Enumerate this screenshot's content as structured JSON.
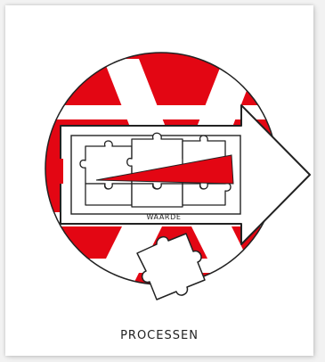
{
  "diagram": {
    "caption": "PROCESSEN",
    "arrow_label": "WAARDE",
    "colors": {
      "accent": "#e30613",
      "stroke": "#222222",
      "background": "#ffffff"
    },
    "icons": [
      "circle-badge",
      "right-arrow",
      "puzzle-pieces",
      "value-wedge",
      "loose-puzzle-piece"
    ]
  }
}
